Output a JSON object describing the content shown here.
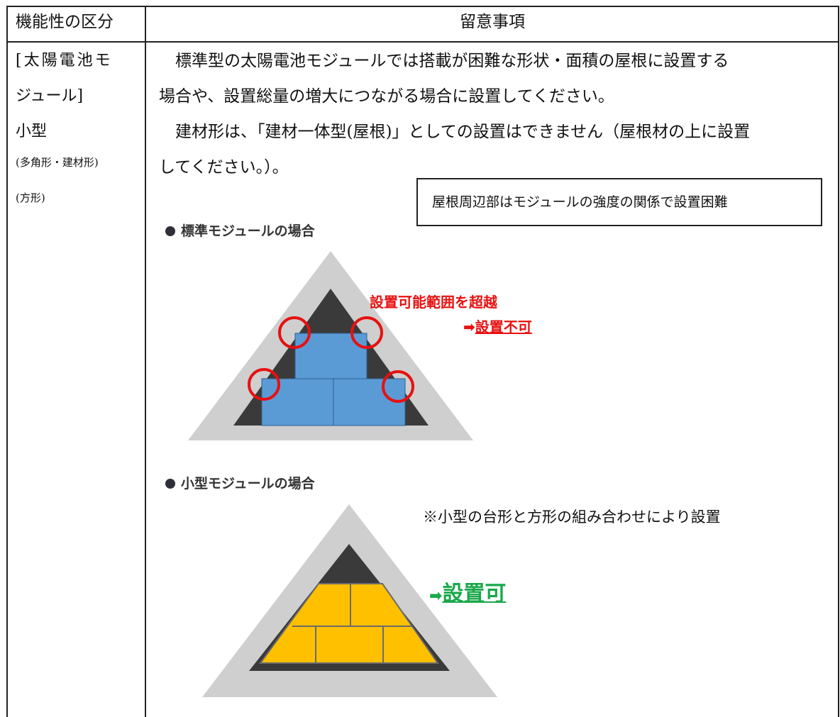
{
  "table": {
    "header_left": "機能性の区分",
    "header_right": "留意事項"
  },
  "category": {
    "line1": "[太陽電池モ",
    "line2": "ジュール]",
    "line3": "小型",
    "line4": "(多角形・建材形)",
    "line5": "(方形)"
  },
  "notes": {
    "p1_line1": "　標準型の太陽電池モジュールでは搭載が困難な形状・面積の屋根に設置する",
    "p1_line2": "場合や、設置総量の増大につながる場合に設置してください。",
    "p2_line1": "　建材形は、「建材一体型(屋根)」としての設置はできません（屋根材の上に設置",
    "p2_line2": "してください。）。"
  },
  "callout": "屋根周辺部はモジュールの強度の関係で設置困難",
  "standard": {
    "heading": "標準モジュールの場合",
    "over_range": "設置可能範囲を超越",
    "arrow": "➡",
    "result": "設置不可"
  },
  "small": {
    "heading": "小型モジュールの場合",
    "note": "※小型の台形と方形の組み合わせにより設置",
    "arrow": "➡",
    "result": "設置可"
  },
  "colors": {
    "roof_outer": "#cfcfcf",
    "roof_inner": "#3a3a3a",
    "standard_panel": "#5b9bd5",
    "small_panel": "#ffc000",
    "warning_red": "#e81010",
    "ok_green": "#1aa84a"
  }
}
